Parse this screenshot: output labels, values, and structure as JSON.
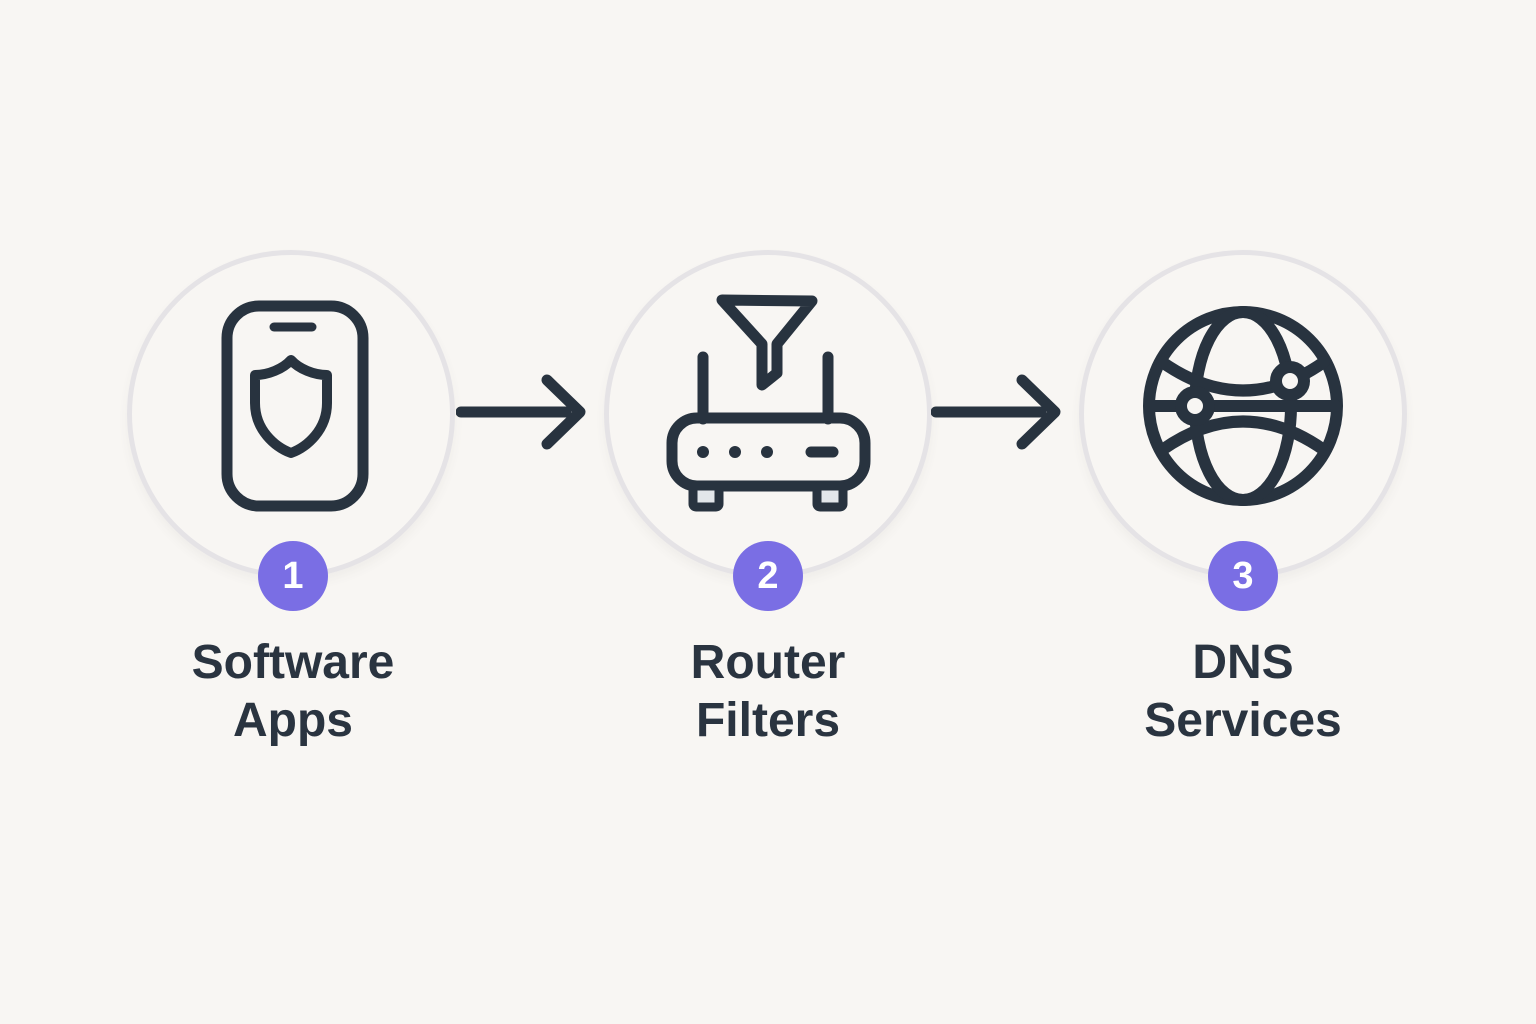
{
  "diagram": {
    "type": "three-step-flow",
    "colors": {
      "background": "#F8F6F3",
      "icon_ink": "#28333F",
      "ring_outline": "#E5E3E6",
      "badge_accent": "#7A6EE4",
      "badge_number_text": "#FFFFFF",
      "label_text": "#2A3440"
    },
    "steps": [
      {
        "number": "1",
        "label": "Software Apps",
        "icon": "phone-shield-icon"
      },
      {
        "number": "2",
        "label": "Router Filters",
        "icon": "router-funnel-icon"
      },
      {
        "number": "3",
        "label": "DNS Services",
        "icon": "globe-network-icon"
      }
    ],
    "connectors": [
      {
        "icon": "arrow-right-icon",
        "direction": "right"
      },
      {
        "icon": "arrow-right-icon",
        "direction": "right"
      }
    ]
  }
}
